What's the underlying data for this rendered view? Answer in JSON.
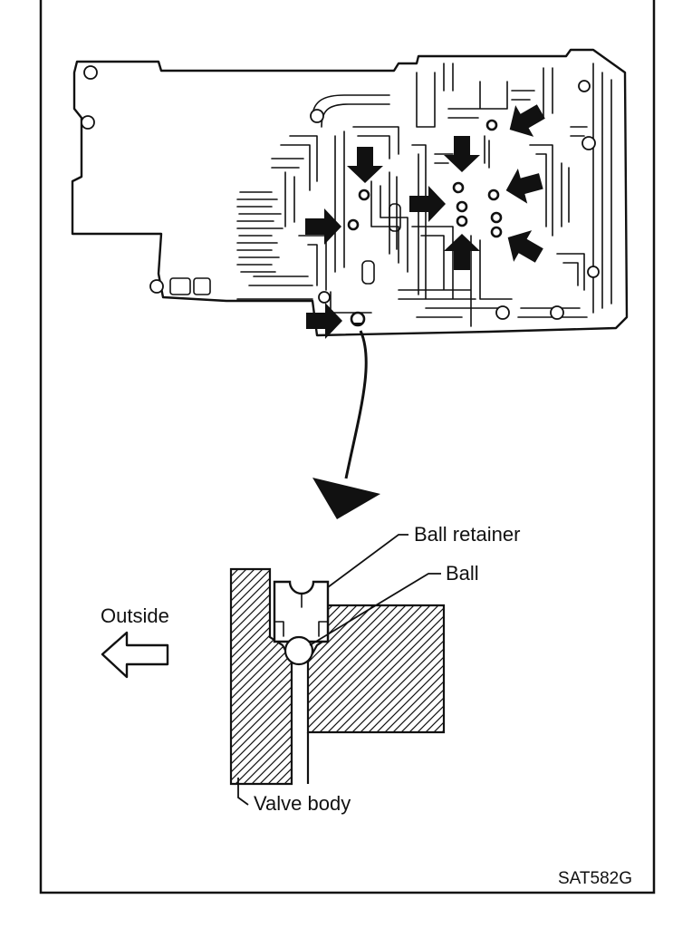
{
  "labels": {
    "ball_retainer": "Ball retainer",
    "ball": "Ball",
    "outside": "Outside",
    "valve_body": "Valve body"
  },
  "figure_code": "SAT582G"
}
